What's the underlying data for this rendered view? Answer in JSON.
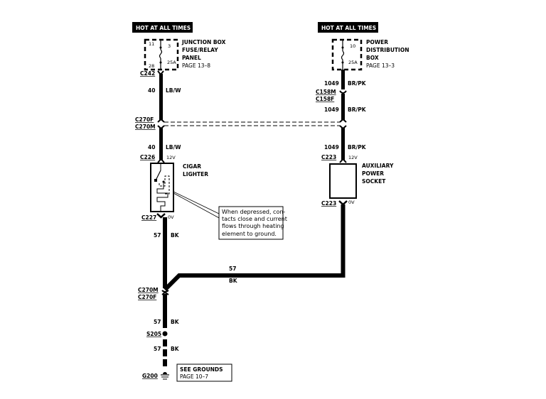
{
  "left_circuit": {
    "header": "HOT AT ALL TIMES",
    "fuse_box": {
      "pin_top_left": "11",
      "pin_top_right": "3",
      "pin_bottom_left": "28",
      "fuse_rating": "25A",
      "label_line1": "JUNCTION BOX",
      "label_line2": "FUSE/RELAY",
      "label_line3": "PANEL",
      "page_ref": "PAGE 13–8"
    },
    "connector_top": "C242",
    "wire1": {
      "circuit": "40",
      "color": "LB/W"
    },
    "connector_inline_f": "C270F",
    "connector_inline_m": "C270M",
    "wire2": {
      "circuit": "40",
      "color": "LB/W"
    },
    "connector_in": "C226",
    "voltage_in": "12V",
    "component_line1": "CIGAR",
    "component_line2": "LIGHTER",
    "connector_out": "C227",
    "voltage_out": "0V",
    "wire3": {
      "circuit": "57",
      "color": "BK"
    },
    "note": {
      "line1": "When  depressed,  con-",
      "line2": "tacts close and current",
      "line3": "flows   through   heating",
      "line4": "element to ground."
    }
  },
  "right_circuit": {
    "header": "HOT AT ALL TIMES",
    "fuse_box": {
      "pin_top": "10",
      "fuse_rating": "25A",
      "label_line1": "POWER",
      "label_line2": "DISTRIBUTION",
      "label_line3": "BOX",
      "page_ref": "PAGE 13–3"
    },
    "wire1": {
      "circuit": "1049",
      "color": "BR/PK"
    },
    "connector_inline_m": "C158M",
    "connector_inline_f": "C158F",
    "wire2": {
      "circuit": "1049",
      "color": "BR/PK"
    },
    "wire3": {
      "circuit": "1049",
      "color": "BR/PK"
    },
    "connector_in": "C223",
    "voltage_in": "12V",
    "component_line1": "AUXILIARY",
    "component_line2": "POWER",
    "component_line3": "SOCKET",
    "connector_out": "C223",
    "voltage_out": "0V"
  },
  "ground_path": {
    "join_wire": {
      "circuit": "57",
      "color": "BK"
    },
    "connector_m": "C270M",
    "connector_f": "C270F",
    "wire_a": {
      "circuit": "57",
      "color": "BK"
    },
    "splice": "S205",
    "wire_b": {
      "circuit": "57",
      "color": "BK"
    },
    "ground": "G200",
    "ground_ref_line1": "SEE  GROUNDS",
    "ground_ref_line2": "PAGE 10–7"
  }
}
